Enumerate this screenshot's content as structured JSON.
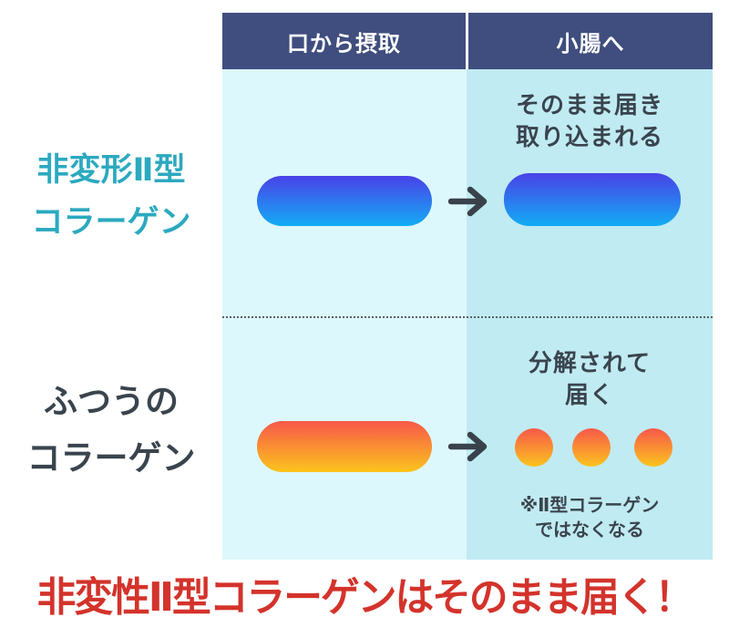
{
  "table": {
    "header": {
      "columns": [
        "口から摂取",
        "小腸へ"
      ]
    },
    "rows": [
      {
        "label": [
          "非変形Ⅱ型",
          "コラーゲン"
        ],
        "result": [
          "そのまま届き",
          "取り込まれる"
        ],
        "shape_left": "blue-gradient-capsule",
        "shape_right": "blue-gradient-capsule"
      },
      {
        "label": [
          "ふつうの",
          "コラーゲン"
        ],
        "result": [
          "分解されて",
          "届く"
        ],
        "note": [
          "※Ⅱ型コラーゲン",
          "ではなくなる"
        ],
        "shape_left": "orange-gradient-capsule",
        "shape_right": "three-orange-gradient-circles"
      }
    ]
  },
  "footer": {
    "text": "非変性Ⅱ型コラーゲンはそのまま届く！"
  },
  "icons": {
    "arrow": "right-arrow"
  },
  "colors": {
    "header_navy": "#3f4e7e",
    "col_left_bg": "#ddf8fc",
    "col_right_bg": "#c0ebf2",
    "teal_label": "#2ba9bf",
    "dark_text": "#3a444e",
    "red_text": "#d3332b",
    "arrow_color": "#39424a",
    "capsule_blue_top": "#4a41e8",
    "capsule_blue_bottom": "#12adf5",
    "capsule_orange_top": "#f8584a",
    "capsule_orange_bottom": "#fbc41d"
  }
}
